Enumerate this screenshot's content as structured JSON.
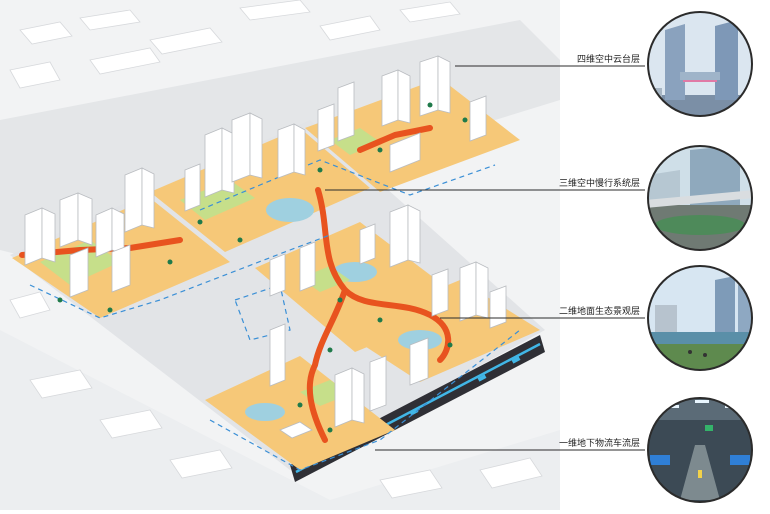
{
  "layers": [
    {
      "id": "l4",
      "label": "四维空中云台层",
      "icon": "skyscraper-bridge-photo"
    },
    {
      "id": "l3",
      "label": "三维空中慢行系统层",
      "icon": "elevated-walkway-photo"
    },
    {
      "id": "l2",
      "label": "二维地面生态景观层",
      "icon": "waterfront-park-photo"
    },
    {
      "id": "l1",
      "label": "一维地下物流车流层",
      "icon": "underground-parking-photo"
    }
  ],
  "colors": {
    "road": "#e9eaec",
    "plaza": "#f6c878",
    "green": "#c6df8a",
    "walkway": "#e8531f",
    "water": "#9fd0e0",
    "underground": "#2f2f35",
    "tunnel": "#41b6e6",
    "building": "#ffffff",
    "dashline": "#3a8fd6"
  }
}
